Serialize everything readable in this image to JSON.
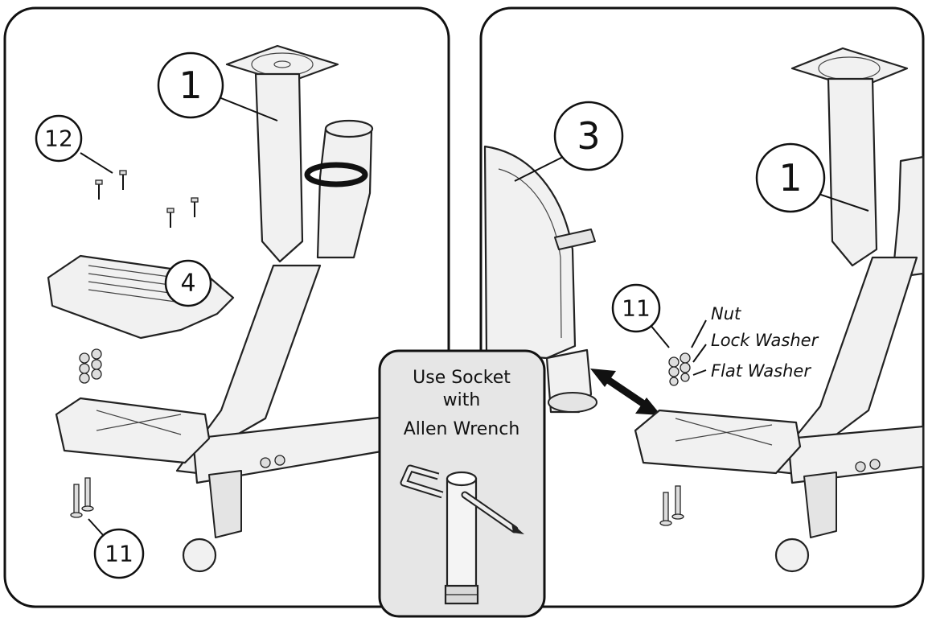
{
  "callouts": {
    "left_frame": "1",
    "left_screws": "12",
    "left_pedal_cover": "4",
    "left_bolts": "11",
    "right_housing": "3",
    "right_frame": "1",
    "right_hardware": "11"
  },
  "hardware_labels": {
    "nut": "Nut",
    "lock_washer": "Lock Washer",
    "flat_washer": "Flat Washer"
  },
  "tool_inset": {
    "line1": "Use Socket",
    "line2": "with",
    "line3": "Allen Wrench"
  }
}
